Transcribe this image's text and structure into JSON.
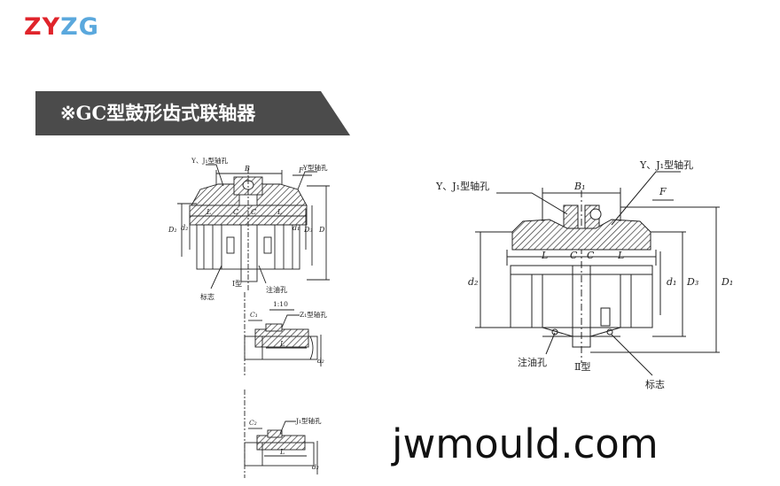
{
  "logo": {
    "part1": "ZY",
    "part2": "ZG"
  },
  "title": "※GC型鼓形齿式联轴器",
  "website": "jwmould.com",
  "colors": {
    "logo_red": "#e0242b",
    "logo_blue": "#5aa8dd",
    "banner": "#4b4b4b"
  },
  "small_drawing": {
    "labels": {
      "bore_yj": "Y、J₁型轴孔",
      "bore_y": "Y型轴孔",
      "B": "B",
      "F": "F",
      "D2": "D₂",
      "d2": "d₂",
      "d1": "d₁",
      "D3": "D₃",
      "D": "D",
      "L_left": "L",
      "C_left": "C",
      "C_right": "C",
      "L_right": "L",
      "type1": "Ⅰ型",
      "mark": "标志",
      "oil_hole": "注油孔",
      "taper": "1:10",
      "C1": "C₁",
      "bore_z1": "Z₁型轴孔",
      "L_z1": "L",
      "dz": "d₂",
      "C2": "C₂",
      "bore_j1": "J₁型轴孔",
      "L_j1": "L",
      "dj": "d₂"
    }
  },
  "large_drawing": {
    "labels": {
      "bore_yj_left": "Y、J₁型轴孔",
      "bore_yj_right": "Y、J₁型轴孔",
      "B1": "B₁",
      "F": "F",
      "d2": "d₂",
      "d1": "d₁",
      "D3": "D₃",
      "D1": "D₁",
      "L_left": "L",
      "C_left": "C",
      "C_right": "C",
      "L_right": "L",
      "oil_hole": "注油孔",
      "type2": "Ⅱ型",
      "mark": "标志"
    }
  }
}
